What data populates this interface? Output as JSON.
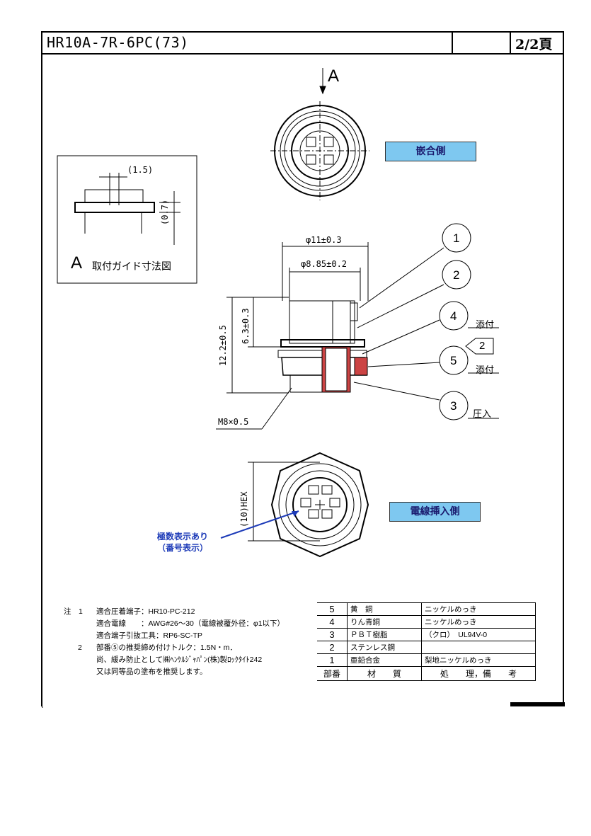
{
  "header": {
    "title": "HR10A-7R-6PC(73)",
    "page": "2/2頁"
  },
  "view_a": {
    "arrow_label": "A"
  },
  "badges": {
    "mating_side": "嵌合側",
    "wire_side": "電線挿入側"
  },
  "guide": {
    "title_letter": "A",
    "title_text": "取付ガイド寸法図",
    "dim_top": "(1.5)",
    "dim_side": "(0.7)"
  },
  "dims": {
    "outer_dia": "φ11±0.3",
    "inner_dia": "φ8.85±0.2",
    "height_total": "12.2±0.5",
    "height_body": "6.3±0.3",
    "thread": "M8×0.5",
    "hex": "(10)HEX"
  },
  "callouts": [
    {
      "num": "1",
      "note": ""
    },
    {
      "num": "2",
      "note": ""
    },
    {
      "num": "4",
      "note": "添付"
    },
    {
      "num": "5",
      "note": "添付"
    },
    {
      "num": "3",
      "note": "圧入"
    }
  ],
  "torque_flag": "2",
  "pin_note": {
    "line1": "極数表示あり",
    "line2": "（番号表示）"
  },
  "notes": {
    "prefix": "注　1",
    "lines": [
      {
        "key": "",
        "text": "適合圧着端子：HR10-PC-212"
      },
      {
        "key": "",
        "text": "適合電線　　：AWG#26～30（電線被覆外径：φ1以下）"
      },
      {
        "key": "",
        "text": "適合端子引抜工具：RP6-SC-TP"
      },
      {
        "key": "2",
        "text": "部番⑤の推奨締め付けトルク：1.5N・m．"
      },
      {
        "key": "",
        "text": "尚、緩み防止として㈱ﾍﾝｹﾙｼﾞｬﾊﾟﾝ(株)製ﾛｯｸﾀｲﾄ242"
      },
      {
        "key": "",
        "text": "又は同等品の塗布を推奨します。"
      }
    ]
  },
  "parts_table": {
    "rows": [
      {
        "no": "5",
        "material": "黄　銅",
        "process": "ニッケルめっき"
      },
      {
        "no": "4",
        "material": "りん青銅",
        "process": "ニッケルめっき"
      },
      {
        "no": "3",
        "material": "ＰＢＴ樹脂",
        "process": "（クロ）　UL94V-0"
      },
      {
        "no": "2",
        "material": "ステンレス鋼",
        "process": ""
      },
      {
        "no": "1",
        "material": "亜鉛合金",
        "process": "梨地ニッケルめっき"
      }
    ],
    "header": {
      "no": "部番",
      "material": "材　　質",
      "process": "処　　理，備　　考"
    }
  }
}
